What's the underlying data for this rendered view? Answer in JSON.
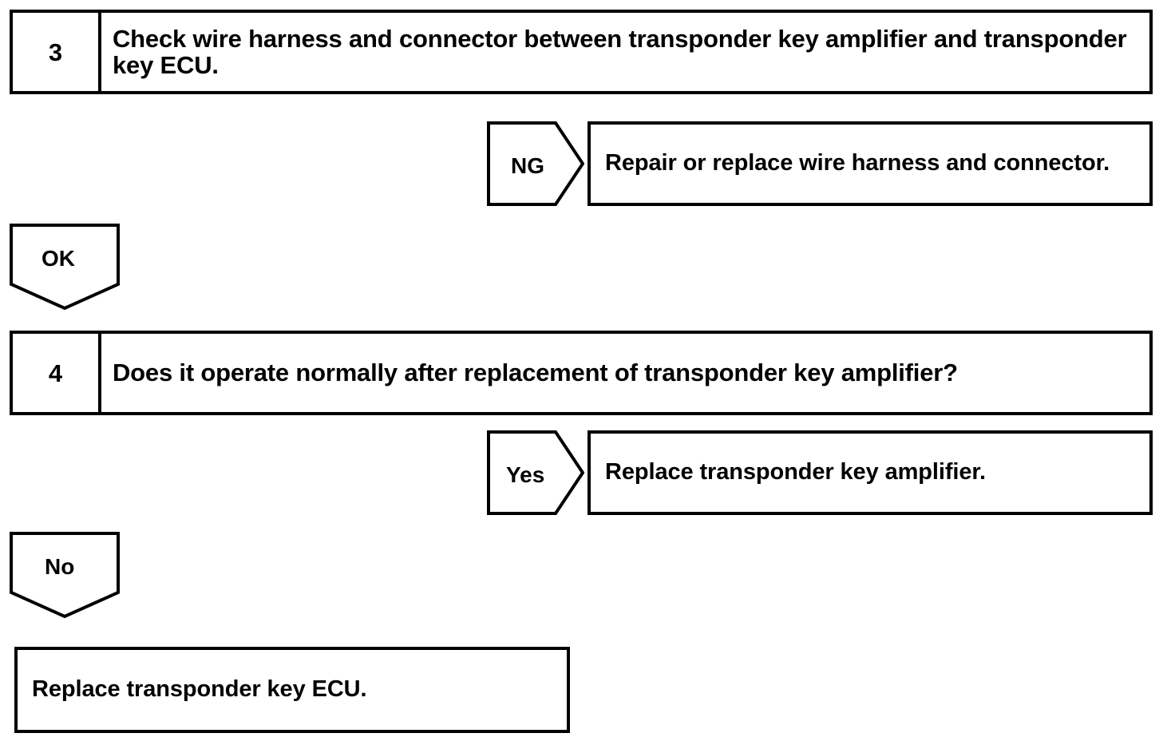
{
  "diagram": {
    "type": "troubleshooting-flowchart",
    "title": "Transponder key troubleshooting steps 3 and 4",
    "line_color": "#000000",
    "background_color": "#ffffff",
    "steps": [
      {
        "number": "3",
        "text": "Check wire harness and connector between transponder key amplifier and transponder key ECU."
      },
      {
        "number": "4",
        "text": "Does it operate normally after replacement of transponder key amplifier?"
      }
    ],
    "connectors": [
      {
        "label": "NG",
        "direction": "right"
      },
      {
        "label": "OK",
        "direction": "down"
      },
      {
        "label": "Yes",
        "direction": "right"
      },
      {
        "label": "No",
        "direction": "down"
      }
    ],
    "results": [
      {
        "text": "Repair or replace wire harness and connector."
      },
      {
        "text": "Replace transponder key amplifier."
      },
      {
        "text": "Replace transponder key ECU."
      }
    ]
  }
}
